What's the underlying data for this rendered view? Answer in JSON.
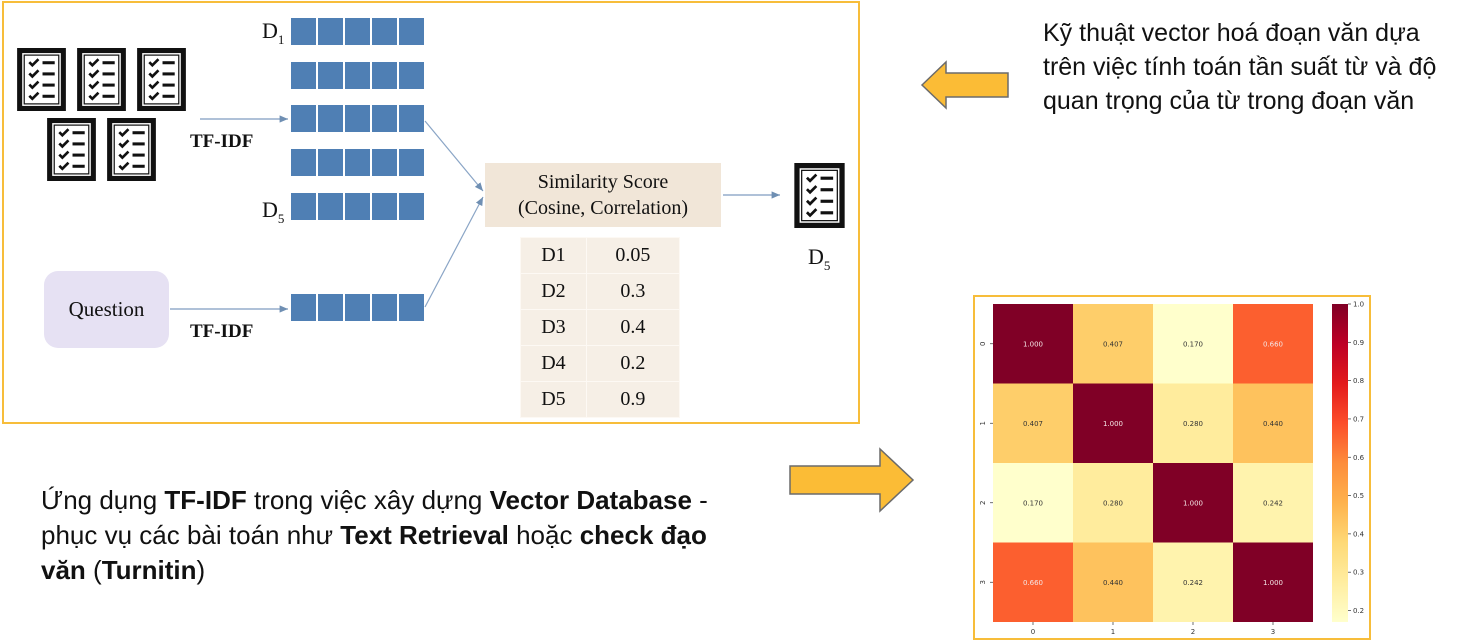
{
  "diagram": {
    "doc_labels": {
      "d1": "D",
      "d1_sub": "1",
      "d5": "D",
      "d5_sub": "5"
    },
    "tfidf_label_top": "TF-IDF",
    "tfidf_label_bottom": "TF-IDF",
    "question_label": "Question",
    "similarity_box": {
      "line1": "Similarity Score",
      "line2": "(Cosine, Correlation)"
    },
    "score_table": [
      {
        "doc": "D1",
        "score": "0.05"
      },
      {
        "doc": "D2",
        "score": "0.3"
      },
      {
        "doc": "D3",
        "score": "0.4"
      },
      {
        "doc": "D4",
        "score": "0.2"
      },
      {
        "doc": "D5",
        "score": "0.9"
      }
    ],
    "result_label": {
      "main": "D",
      "sub": "5"
    },
    "vector_color": "#4f7fb4",
    "frame_color": "#f7bd3a",
    "arrow_fill": "#fbbc36"
  },
  "right_note": {
    "text": "Kỹ thuật vector hoá đoạn văn dựa trên việc tính toán tần suất từ và độ quan trọng của từ trong đoạn văn"
  },
  "bottom_note": {
    "parts": [
      {
        "t": "Ứng dụng ",
        "b": false
      },
      {
        "t": "TF-IDF",
        "b": true
      },
      {
        "t": " trong việc xây dựng ",
        "b": false
      },
      {
        "t": "Vector Database",
        "b": true
      },
      {
        "t": " - phục vụ các bài toán như ",
        "b": false
      },
      {
        "t": "Text Retrieval",
        "b": true
      },
      {
        "t": " hoặc ",
        "b": false
      },
      {
        "t": "check đạo văn",
        "b": true
      },
      {
        "t": " (",
        "b": false
      },
      {
        "t": "Turnitin",
        "b": true
      },
      {
        "t": ")",
        "b": false
      }
    ]
  },
  "chart_data": {
    "type": "heatmap",
    "title": "",
    "xlabel": "",
    "ylabel": "",
    "x_ticks": [
      "0",
      "1",
      "2",
      "3"
    ],
    "y_ticks": [
      "0",
      "1",
      "2",
      "3"
    ],
    "values": [
      [
        1.0,
        0.407,
        0.17,
        0.66
      ],
      [
        0.407,
        1.0,
        0.28,
        0.44
      ],
      [
        0.17,
        0.28,
        1.0,
        0.242
      ],
      [
        0.66,
        0.44,
        0.242,
        1.0
      ]
    ],
    "value_format": "0.000",
    "colormap": "YlOrRd",
    "colorbar": {
      "min": 0.17,
      "max": 1.0,
      "ticks": [
        "1.0",
        "0.9",
        "0.8",
        "0.7",
        "0.6",
        "0.5",
        "0.4",
        "0.3",
        "0.2"
      ]
    },
    "legend": "right"
  }
}
